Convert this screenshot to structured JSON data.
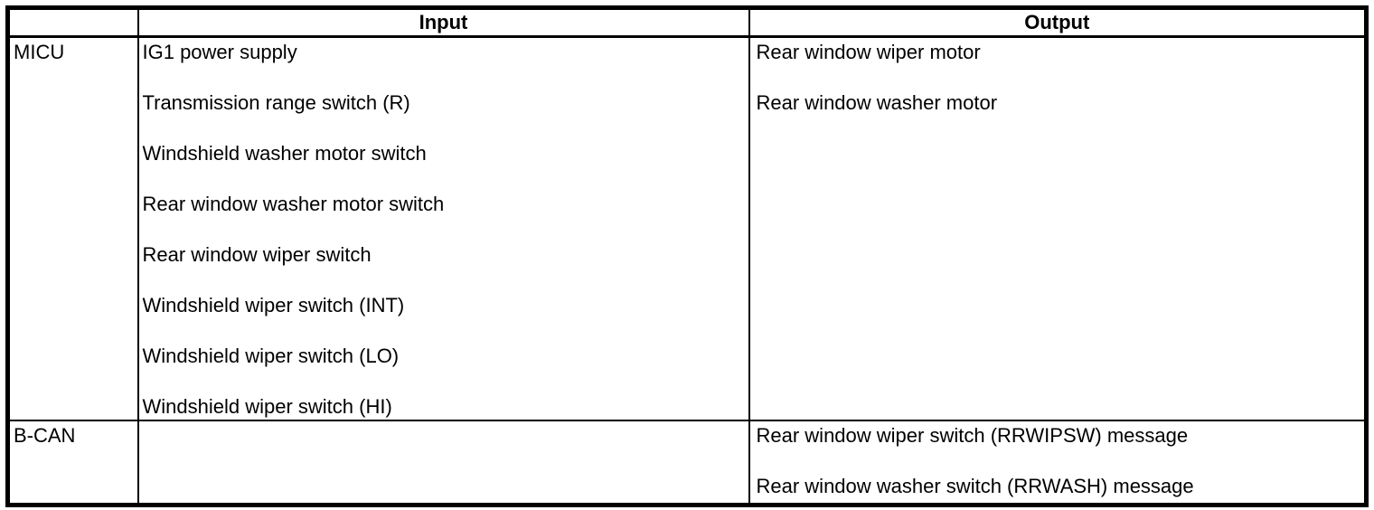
{
  "page": {
    "background": "#ffffff",
    "border_color": "#000000",
    "text_color": "#000000"
  },
  "table": {
    "header": {
      "component": "",
      "input": "Input",
      "output": "Output"
    },
    "rows": [
      {
        "component": "MICU",
        "inputs": [
          "IG1 power supply",
          "Transmission range switch (R)",
          "Windshield washer motor switch",
          "Rear window washer motor switch",
          "Rear window wiper switch",
          "Windshield wiper switch (INT)",
          "Windshield wiper switch (LO)",
          "Windshield wiper switch (HI)"
        ],
        "outputs": [
          "Rear window wiper motor",
          "Rear window washer motor"
        ]
      },
      {
        "component": "B-CAN",
        "inputs": [],
        "outputs": [
          "Rear window wiper switch (RRWIPSW) message",
          "Rear window washer switch (RRWASH) message"
        ]
      }
    ]
  }
}
